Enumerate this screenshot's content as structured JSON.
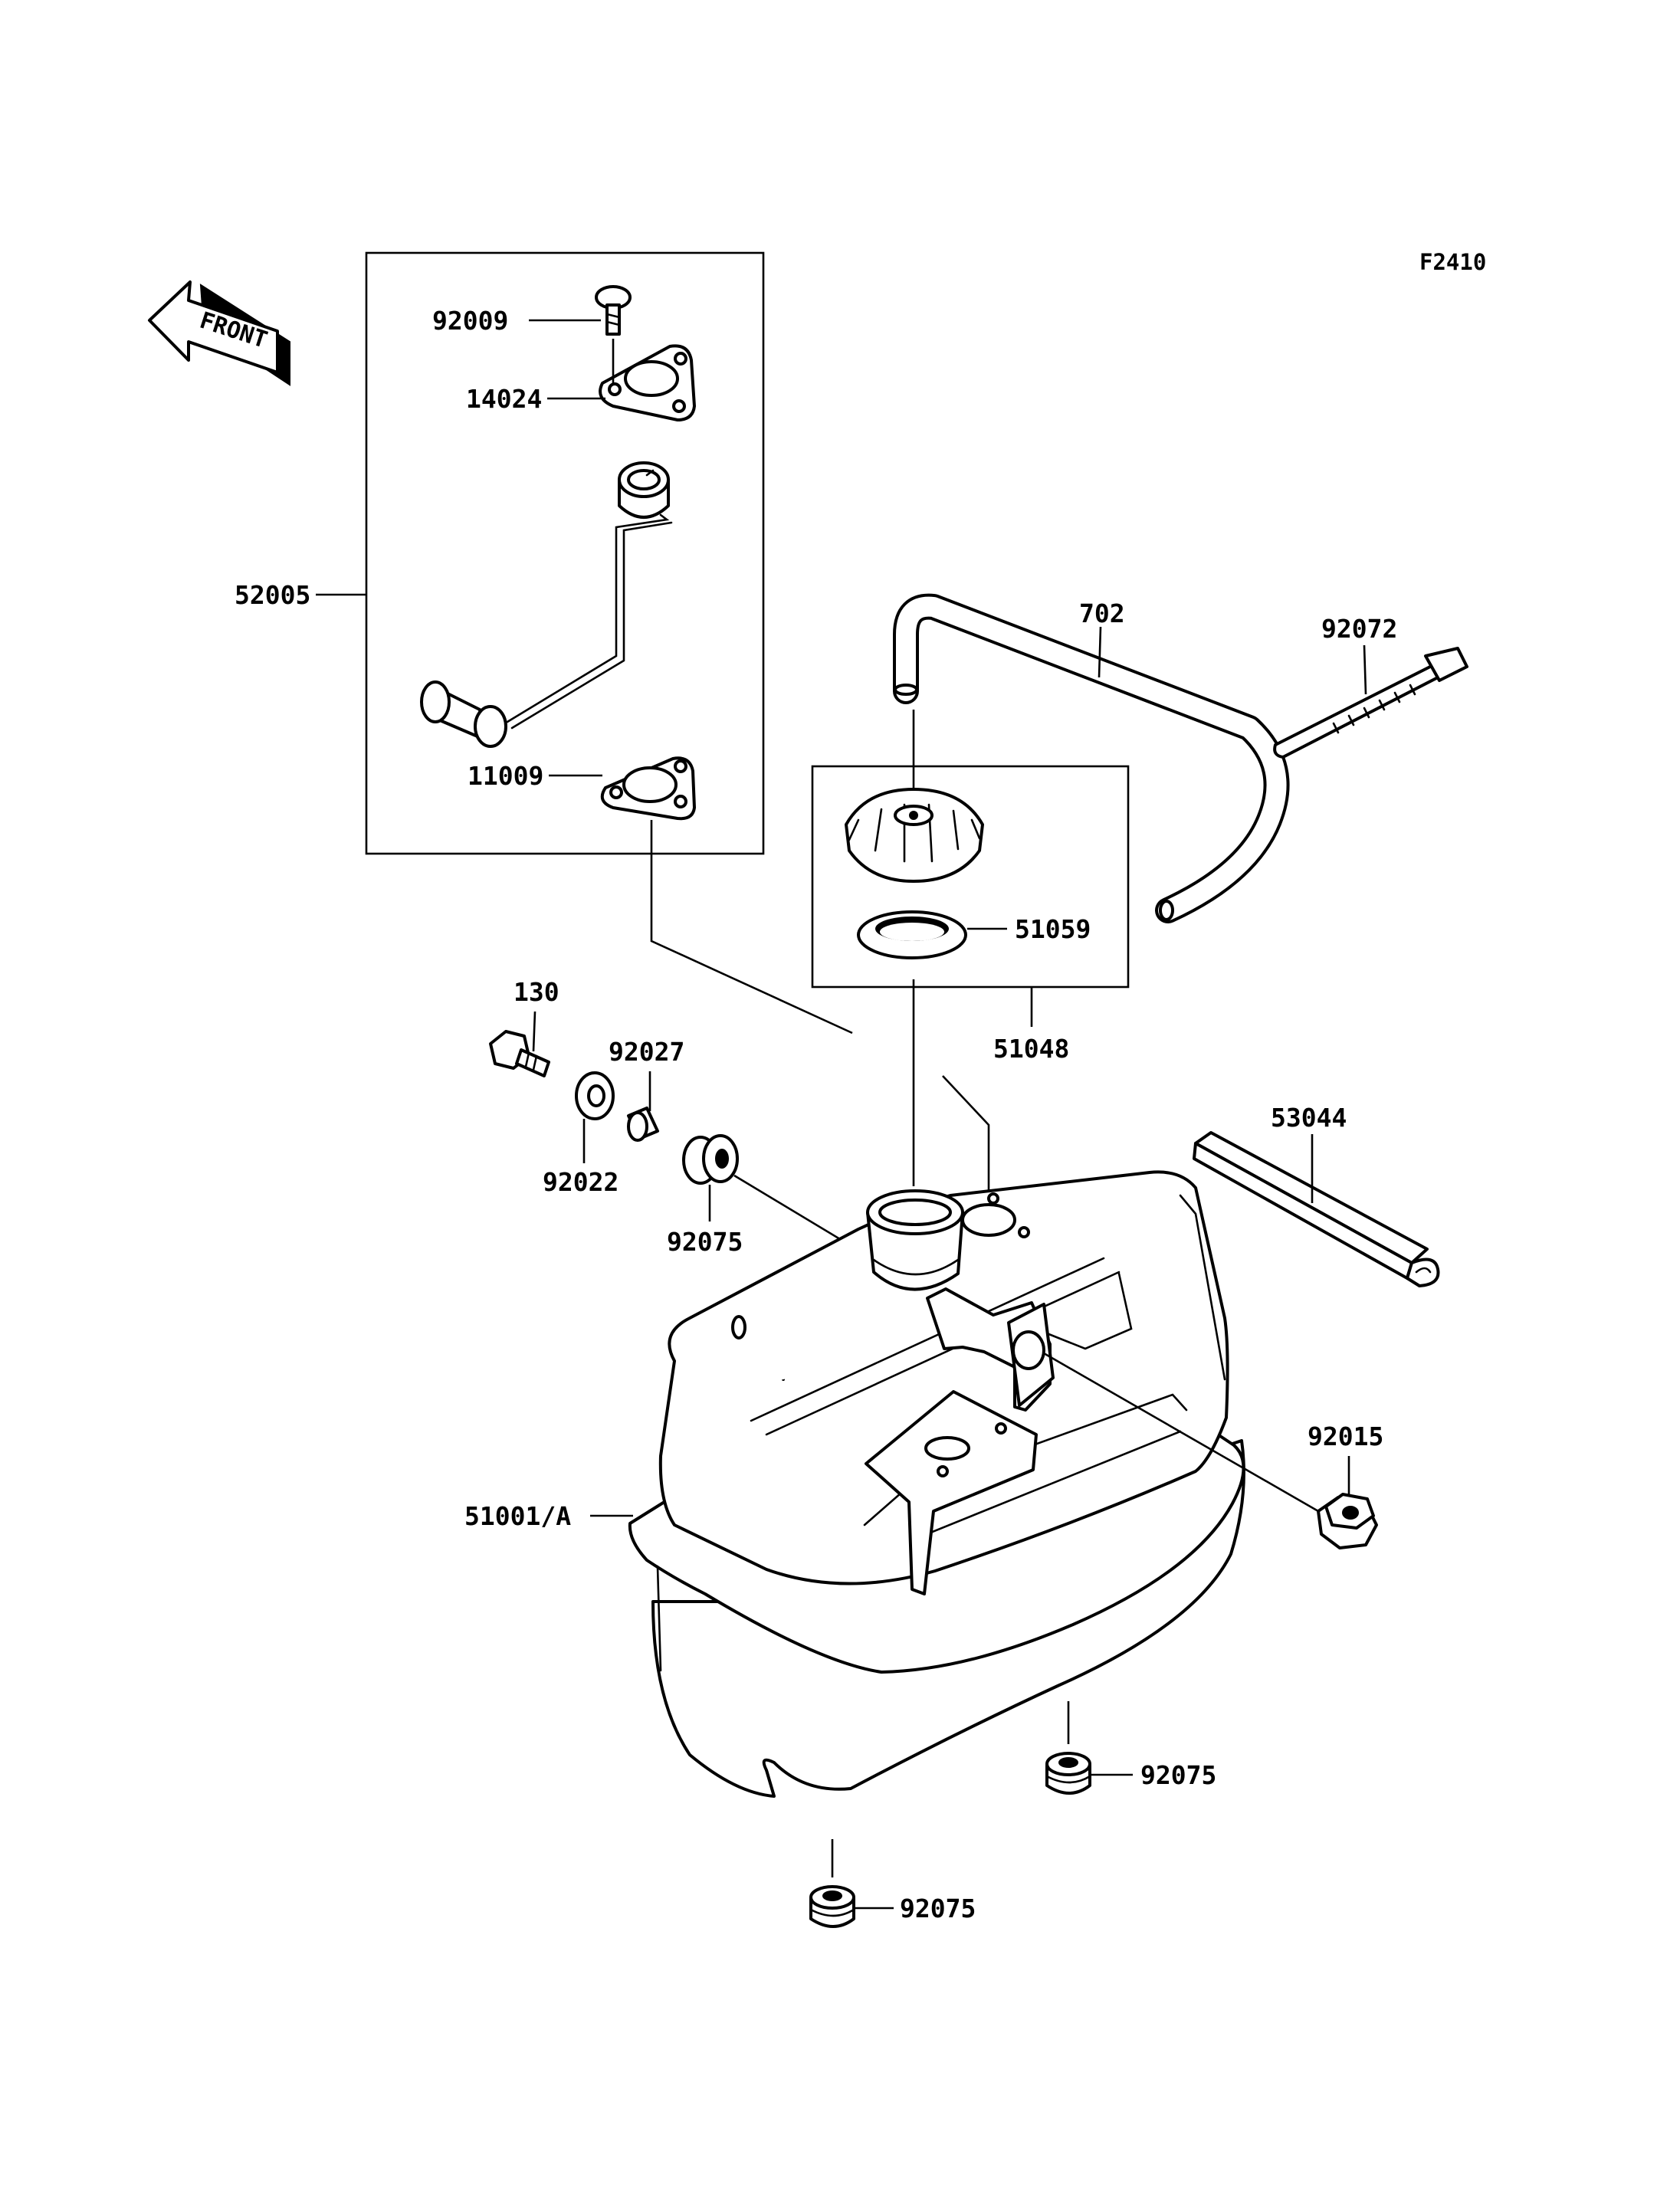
{
  "figure_id": "F2410",
  "front_label": "FRONT",
  "parts": {
    "p92009": "92009",
    "p14024": "14024",
    "p52005": "52005",
    "p11009": "11009",
    "p702": "702",
    "p92072": "92072",
    "p51059": "51059",
    "p51048": "51048",
    "p130": "130",
    "p92027": "92027",
    "p92022": "92022",
    "p92075_a": "92075",
    "p53044": "53044",
    "p92015": "92015",
    "p51001": "51001/A",
    "p92075_b": "92075",
    "p92075_c": "92075"
  },
  "icons": {
    "front": "front-arrow-icon",
    "tank": "fuel-tank-icon",
    "cap": "fuel-cap-icon",
    "gauge": "fuel-gauge-sender-icon"
  }
}
